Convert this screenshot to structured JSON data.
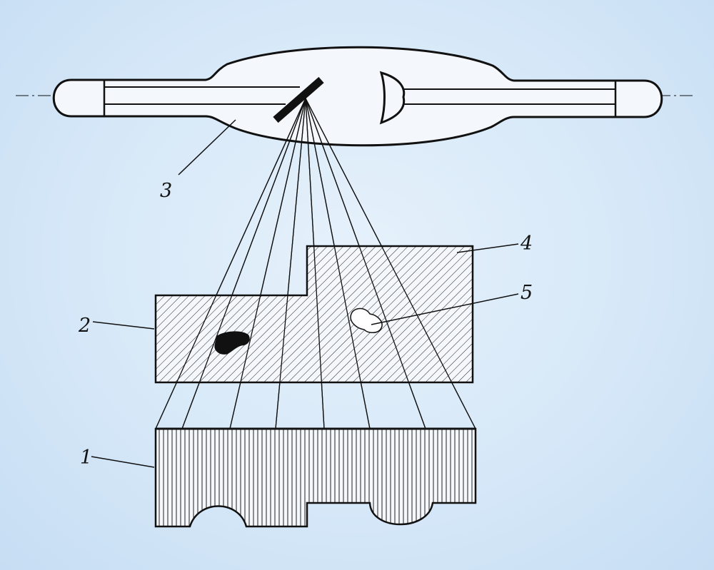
{
  "diagram": {
    "callouts": [
      {
        "id": "1",
        "text": "1"
      },
      {
        "id": "2",
        "text": "2"
      },
      {
        "id": "3",
        "text": "3"
      },
      {
        "id": "4",
        "text": "4"
      },
      {
        "id": "5",
        "text": "5"
      }
    ],
    "colors": {
      "background": "#d6e8f8",
      "ink": "#111111",
      "hatch_fill": "#f4f7fb"
    }
  }
}
